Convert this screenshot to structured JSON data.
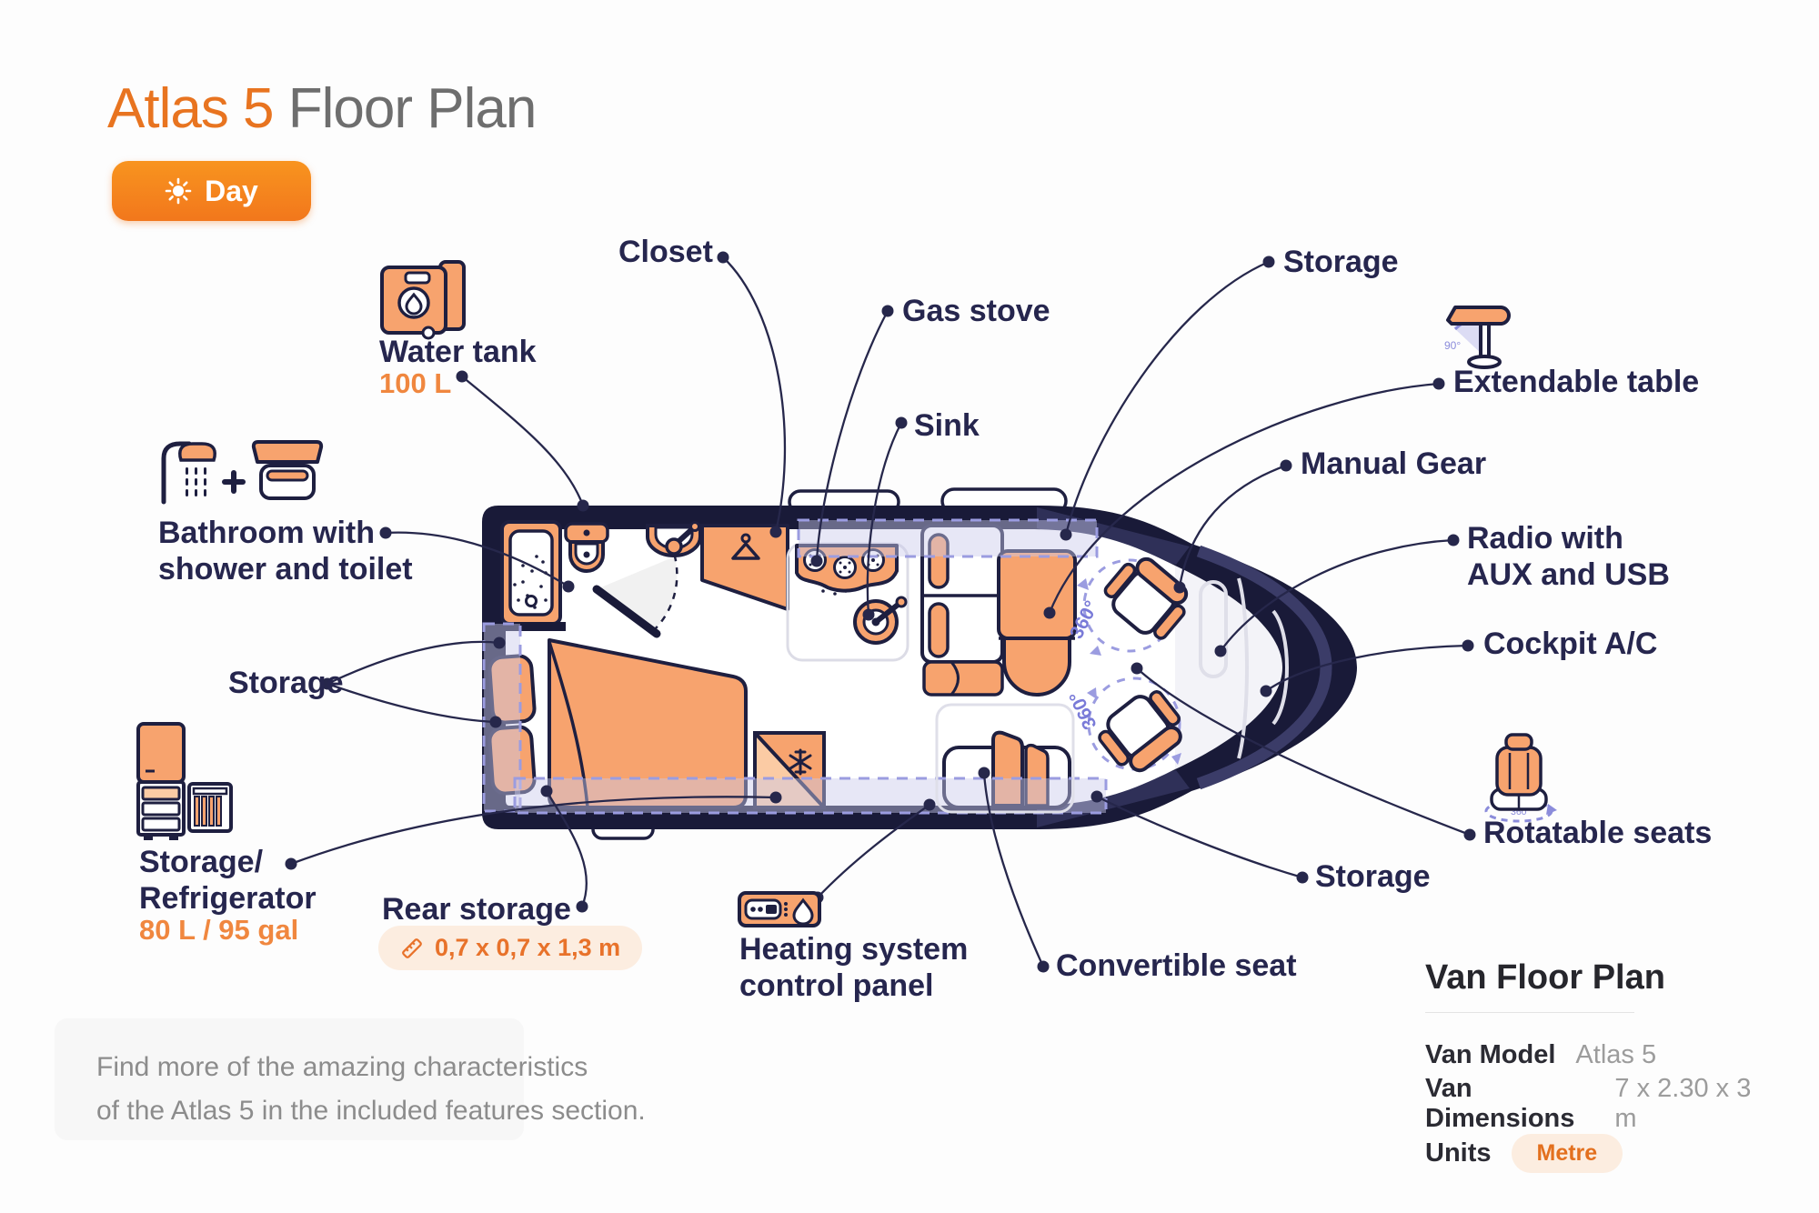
{
  "header": {
    "title_accent": "Atlas 5",
    "title_rest": "Floor Plan",
    "mode_button": "Day"
  },
  "callouts": {
    "closet": "Closet",
    "gas_stove": "Gas stove",
    "sink": "Sink",
    "storage_top": "Storage",
    "extendable_table": "Extendable table",
    "manual_gear": "Manual Gear",
    "radio_l1": "Radio with",
    "radio_l2": "AUX and USB",
    "cockpit_ac": "Cockpit A/C",
    "rotatable_seats": "Rotatable seats",
    "storage_right": "Storage",
    "convertible_seat": "Convertible seat",
    "heating_l1": "Heating system",
    "heating_l2": "control panel",
    "rear_storage": "Rear storage",
    "rear_storage_dims": "0,7 x 0,7 x 1,3 m",
    "storage_left": "Storage",
    "fridge_l1": "Storage/",
    "fridge_l2": "Refrigerator",
    "fridge_capacity": "80 L / 95 gal",
    "bathroom_l1": "Bathroom with",
    "bathroom_l2": "shower and toilet",
    "water_tank": "Water tank",
    "water_tank_capacity": "100 L"
  },
  "plan_annotations": {
    "rotation_full": "360°",
    "rotation_table": "90°"
  },
  "note": {
    "line1": "Find more of the amazing characteristics",
    "line2": "of the Atlas 5 in the included features section."
  },
  "info_panel": {
    "title": "Van Floor Plan",
    "model_label": "Van Model",
    "model_value": "Atlas 5",
    "dimensions_label": "Van Dimensions",
    "dimensions_value": "7 x 2.30 x 3 m",
    "units_label": "Units",
    "units_value": "Metre"
  },
  "colors": {
    "accent_orange": "#E87420",
    "button_orange": "#F2771C",
    "furniture_orange": "#F7A36E",
    "furniture_light": "#FBCBA4",
    "navy_outline": "#1E1F40",
    "body_navy": "#191A38",
    "label_navy": "#26264E",
    "purple": "#8B8CDB",
    "lavender_fill": "#C9C9EC",
    "gray_text": "#8C8C8C",
    "badge_bg": "#FCEDE0",
    "badge_text": "#E3701E"
  }
}
